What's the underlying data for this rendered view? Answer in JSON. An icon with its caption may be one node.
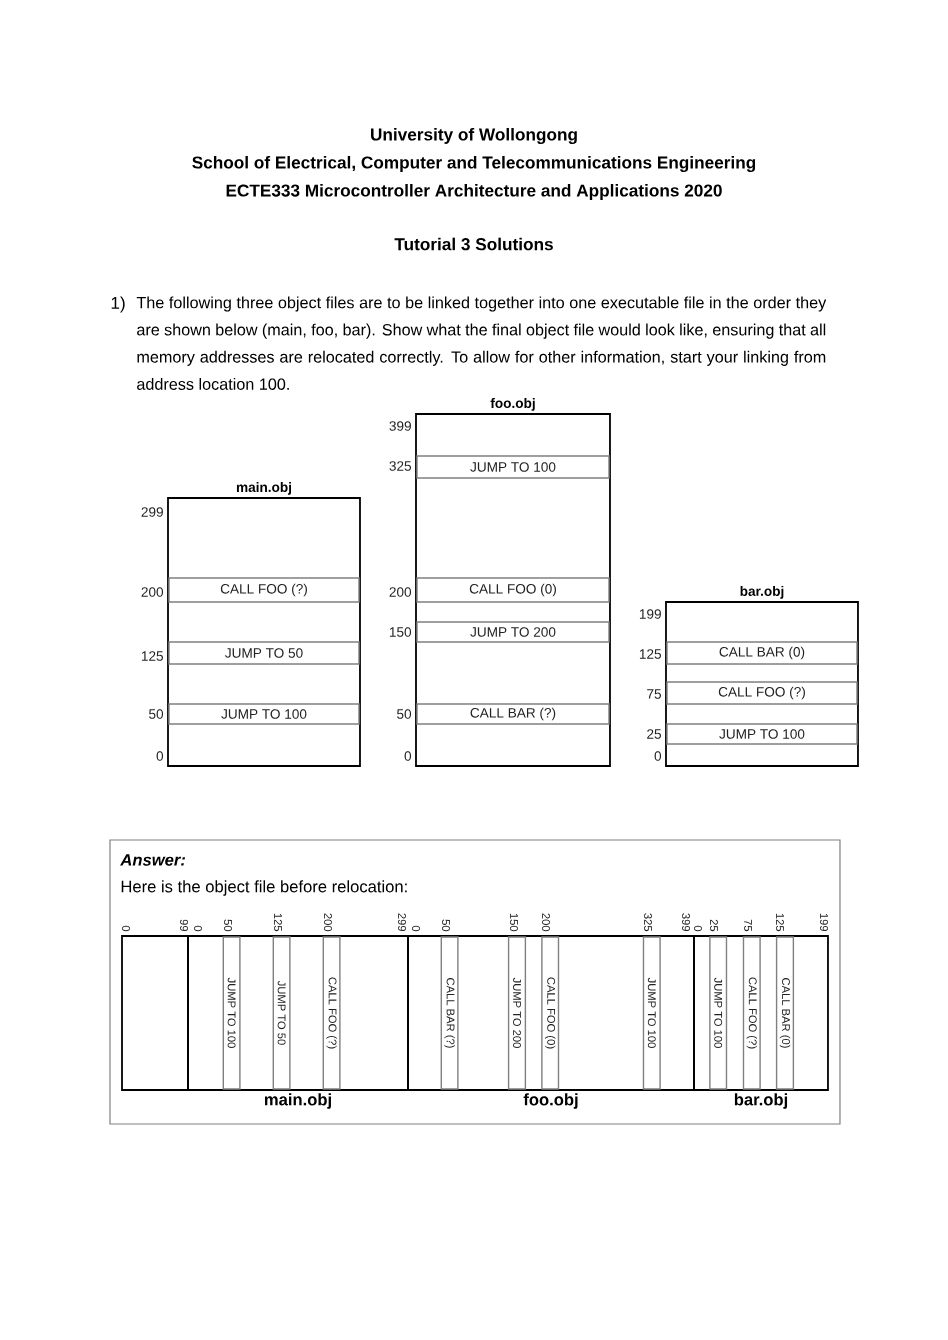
{
  "diagram": {
    "nodes": [
      {
        "text": [
          "main.obj"
        ]
      },
      {
        "text": [
          "CALL FOO (?)"
        ],
        "in": 0
      },
      {
        "text": [
          "JUMP TO 50"
        ],
        "in": 0
      },
      {
        "text": [
          "JUMP TO 100"
        ],
        "in": 0
      },
      {
        "text": [
          "foo.obj"
        ]
      },
      {
        "text": [
          "JUMP TO 100"
        ],
        "in": 4
      },
      {
        "text": [
          "CALL FOO (0)"
        ],
        "in": 4
      },
      {
        "text": [
          "JUMP TO 200"
        ],
        "in": 4
      },
      {
        "text": [
          "CALL BAR (?)"
        ],
        "in": 4
      },
      {
        "text": [
          "bar.obj"
        ]
      },
      {
        "text": [
          "CALL BAR (0)"
        ],
        "in": 9
      },
      {
        "text": [
          "CALL FOO (?)"
        ],
        "in": 9
      },
      {
        "text": [
          "JUMP TO 100"
        ],
        "in": 9
      },
      {
        "text": [
          "Answer:",
          "Here is the object file before relocation:"
        ]
      },
      {
        "text": [],
        "shape": "box",
        "in": 13
      },
      {
        "text": [
          "main.obj"
        ],
        "in": 13
      },
      {
        "text": [
          "JUMP TO 100"
        ],
        "in": 15
      },
      {
        "text": [
          "JUMP TO 50"
        ],
        "in": 15
      },
      {
        "text": [
          "CALL FOO (?)"
        ],
        "in": 15
      },
      {
        "text": [
          "foo.obj"
        ],
        "in": 13
      },
      {
        "text": [
          "CALL BAR (?)"
        ],
        "in": 19
      },
      {
        "text": [
          "JUMP TO 200"
        ],
        "in": 19
      },
      {
        "text": [
          "CALL FOO (0)"
        ],
        "in": 19
      },
      {
        "text": [
          "JUMP TO 100"
        ],
        "in": 19
      },
      {
        "text": [
          "bar.obj"
        ],
        "in": 13
      },
      {
        "text": [
          "JUMP TO 100"
        ],
        "in": 24
      },
      {
        "text": [
          "CALL FOO (?)"
        ],
        "in": 24
      },
      {
        "text": [
          "CALL BAR (0)"
        ],
        "in": 24
      }
    ],
    "labels": [
      "University of Wollongong",
      "School of Electrical, Computer and Telecommunications Engineering",
      "ECTE333 Microcontroller Architecture and Applications 2020",
      "Tutorial 3 Solutions",
      "1)",
      "The following three object files are to be linked together into one executable file in the order they are shown below (main, foo, bar).  Show what the final object file would look like, ensuring that all memory addresses are relocated correctly.  To allow for other information, start your linking from address location 100.",
      "299",
      "200",
      "125",
      "50",
      "0",
      "399",
      "325",
      "200",
      "150",
      "50",
      "0",
      "199",
      "125",
      "75",
      "25",
      "0",
      "0",
      "99",
      "0",
      "50",
      "125",
      "200",
      "299",
      "0",
      "50",
      "150",
      "200",
      "325",
      "399",
      "0",
      "25",
      "75",
      "125",
      "199"
    ]
  }
}
